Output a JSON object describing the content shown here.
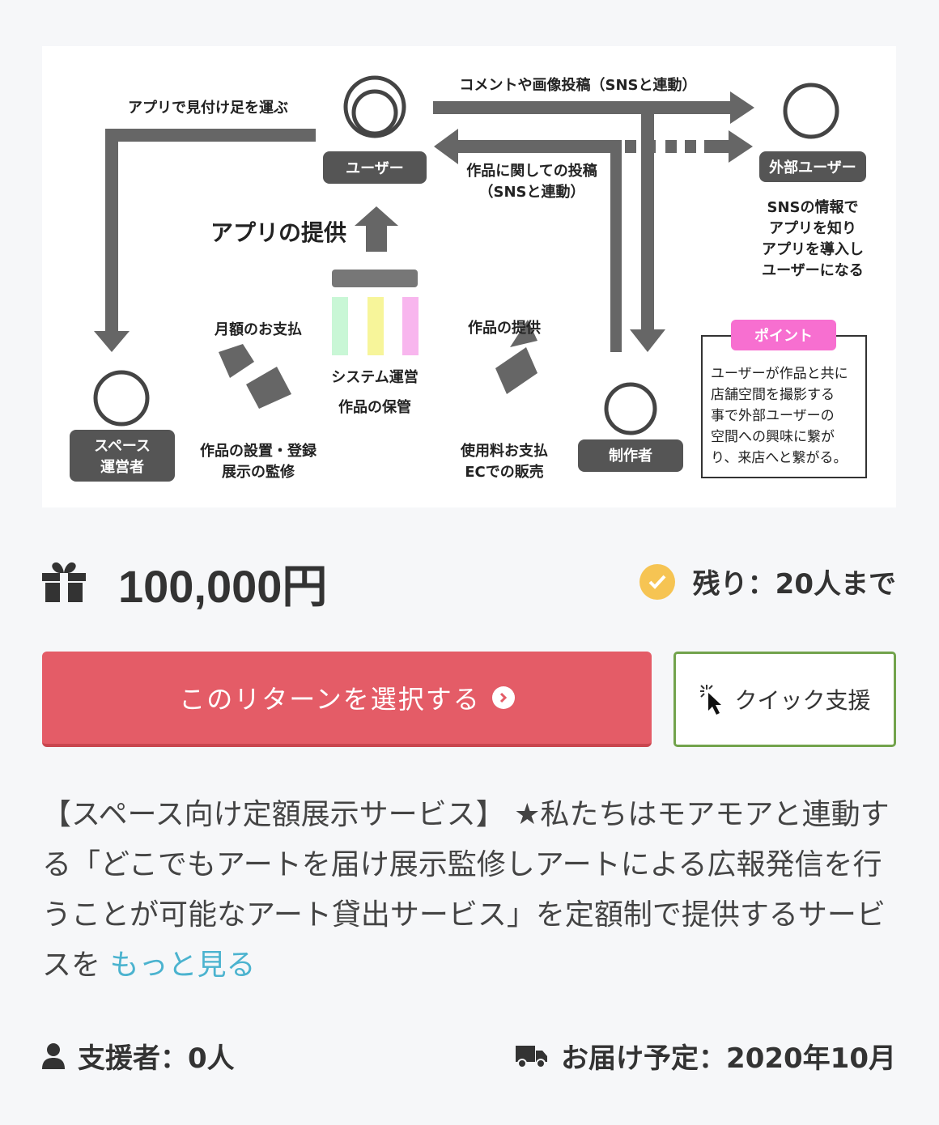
{
  "diagram": {
    "label_app_walk": "アプリで見付け足を運ぶ",
    "label_comment_post": "コメントや画像投稿（SNSと連動）",
    "label_work_post_1": "作品に関しての投稿",
    "label_work_post_2": "（SNSと連動）",
    "user": "ユーザー",
    "external_user": "外部ユーザー",
    "external_note": [
      "SNSの情報で",
      "アプリを知り",
      "アプリを導入し",
      "ユーザーになる"
    ],
    "app_provide": "アプリの提供",
    "monthly_payment": "月額のお支払",
    "system_ops": "システム運営",
    "storage": "作品の保管",
    "work_provide": "作品の提供",
    "install_1": "作品の設置・登録",
    "install_2": "展示の監修",
    "fee_1": "使用料お支払",
    "fee_2": "ECでの販売",
    "space_operator_1": "スペース",
    "space_operator_2": "運営者",
    "creator": "制作者",
    "point_badge": "ポイント",
    "point_text": [
      "ユーザーが作品と共に",
      "店舗空間を撮影する",
      "事で外部ユーザーの",
      "空間への興味に繋が",
      "り、来店へと繋がる。"
    ]
  },
  "reward": {
    "price": "100,000円",
    "remaining": "残り：20人まで",
    "select_label": "このリターンを選択する",
    "quick_label": "クイック支援",
    "description": "【スペース向け定額展示サービス】 ★私たちはモアモアと連動する「どこでもアートを届け展示監修しアートによる広報発信を行うことが可能なアート貸出サービス」を定額制で提供するサービスを",
    "more_label": "もっと見る",
    "supporters": "支援者：0人",
    "delivery": "お届け予定：2020年10月"
  },
  "colors": {
    "primary": "#e45c67",
    "quick_border": "#72a34c",
    "link": "#4bb3cf",
    "check": "#f6c453",
    "point": "#f76fd0"
  }
}
